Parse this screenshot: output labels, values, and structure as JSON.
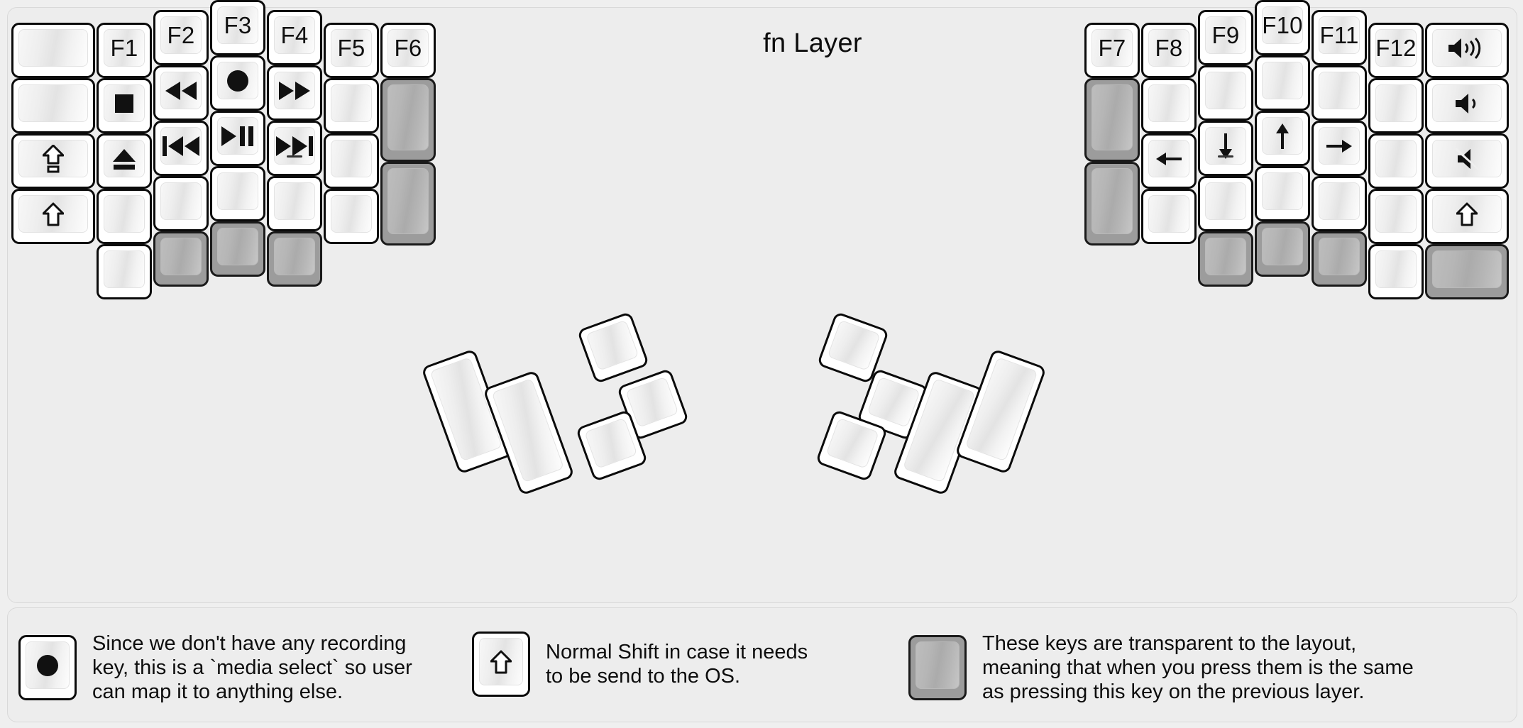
{
  "title": "fn Layer",
  "colors": {
    "background": "#efefef",
    "panel": "#ededed",
    "key_face": "#ffffff",
    "key_outline": "#0b0b0b",
    "transparent_key": "#9c9c9c",
    "legend_text": "#0d0d0d"
  },
  "legend": [
    {
      "icon": "record-dot-icon",
      "key_style": "normal",
      "text": "Since we don't have any recording\nkey, this is a `media select` so user\ncan map it to anything else."
    },
    {
      "icon": "shift-arrow-icon",
      "key_style": "normal",
      "text": "Normal Shift in case it needs\nto be send to the OS."
    },
    {
      "icon": "blank",
      "key_style": "transparent",
      "text": "These keys are transparent to the layout,\nmeaning that when you press them is the same\nas pressing this key on the previous layer."
    }
  ],
  "left_half": {
    "columns": [
      {
        "name": "pinky-outer",
        "keys": [
          {
            "label": "",
            "icon": "blank",
            "style": "normal"
          },
          {
            "label": "",
            "icon": "blank",
            "style": "normal"
          },
          {
            "label": "",
            "icon": "capslock-icon",
            "style": "normal"
          },
          {
            "label": "",
            "icon": "shift-arrow-icon",
            "style": "normal"
          }
        ]
      },
      {
        "name": "pinky",
        "keys": [
          {
            "label": "F1",
            "icon": "",
            "style": "normal"
          },
          {
            "label": "",
            "icon": "stop-icon",
            "style": "normal"
          },
          {
            "label": "",
            "icon": "eject-icon",
            "style": "normal"
          },
          {
            "label": "",
            "icon": "blank",
            "style": "normal"
          },
          {
            "label": "",
            "icon": "blank",
            "style": "normal"
          }
        ]
      },
      {
        "name": "ring",
        "keys": [
          {
            "label": "F2",
            "icon": "",
            "style": "normal"
          },
          {
            "label": "",
            "icon": "rewind-icon",
            "style": "normal"
          },
          {
            "label": "",
            "icon": "prev-track-icon",
            "style": "normal"
          },
          {
            "label": "",
            "icon": "blank",
            "style": "normal"
          },
          {
            "label": "",
            "icon": "blank",
            "style": "transparent"
          }
        ]
      },
      {
        "name": "middle",
        "keys": [
          {
            "label": "F3",
            "icon": "",
            "style": "normal"
          },
          {
            "label": "",
            "icon": "record-dot-icon",
            "style": "normal"
          },
          {
            "label": "",
            "icon": "play-pause-icon",
            "style": "normal"
          },
          {
            "label": "",
            "icon": "blank",
            "style": "normal"
          },
          {
            "label": "",
            "icon": "blank",
            "style": "transparent"
          }
        ]
      },
      {
        "name": "index",
        "keys": [
          {
            "label": "F4",
            "icon": "",
            "style": "normal"
          },
          {
            "label": "",
            "icon": "fastforward-icon",
            "style": "normal"
          },
          {
            "label": "",
            "icon": "next-track-icon",
            "style": "normal",
            "homing": true
          },
          {
            "label": "",
            "icon": "blank",
            "style": "normal"
          },
          {
            "label": "",
            "icon": "blank",
            "style": "transparent"
          }
        ]
      },
      {
        "name": "index-inner",
        "keys": [
          {
            "label": "F5",
            "icon": "",
            "style": "normal"
          },
          {
            "label": "",
            "icon": "blank",
            "style": "normal"
          },
          {
            "label": "",
            "icon": "blank",
            "style": "normal"
          },
          {
            "label": "",
            "icon": "blank",
            "style": "normal"
          }
        ]
      },
      {
        "name": "inner-extra",
        "keys": [
          {
            "label": "F6",
            "icon": "",
            "style": "normal"
          },
          {
            "label": "",
            "icon": "blank",
            "style": "transparent",
            "tall": true
          },
          {
            "label": "",
            "icon": "blank",
            "style": "transparent",
            "tall": true
          }
        ]
      }
    ],
    "thumb_cluster": [
      {
        "icon": "blank",
        "style": "normal",
        "size": "2u"
      },
      {
        "icon": "blank",
        "style": "normal",
        "size": "2u"
      },
      {
        "icon": "blank",
        "style": "normal",
        "size": "1u"
      },
      {
        "icon": "blank",
        "style": "normal",
        "size": "1u"
      },
      {
        "icon": "blank",
        "style": "normal",
        "size": "1u"
      }
    ]
  },
  "right_half": {
    "columns": [
      {
        "name": "inner-extra",
        "keys": [
          {
            "label": "F7",
            "icon": "",
            "style": "normal"
          },
          {
            "label": "",
            "icon": "blank",
            "style": "transparent",
            "tall": true
          },
          {
            "label": "",
            "icon": "blank",
            "style": "transparent",
            "tall": true
          }
        ]
      },
      {
        "name": "index-inner",
        "keys": [
          {
            "label": "F8",
            "icon": "",
            "style": "normal"
          },
          {
            "label": "",
            "icon": "blank",
            "style": "normal"
          },
          {
            "label": "",
            "icon": "arrow-left-icon",
            "style": "normal"
          },
          {
            "label": "",
            "icon": "blank",
            "style": "normal"
          }
        ]
      },
      {
        "name": "index",
        "keys": [
          {
            "label": "F9",
            "icon": "",
            "style": "normal"
          },
          {
            "label": "",
            "icon": "blank",
            "style": "normal"
          },
          {
            "label": "",
            "icon": "arrow-down-icon",
            "style": "normal",
            "homing": true
          },
          {
            "label": "",
            "icon": "blank",
            "style": "normal"
          },
          {
            "label": "",
            "icon": "blank",
            "style": "transparent"
          }
        ]
      },
      {
        "name": "middle",
        "keys": [
          {
            "label": "F10",
            "icon": "",
            "style": "normal"
          },
          {
            "label": "",
            "icon": "blank",
            "style": "normal"
          },
          {
            "label": "",
            "icon": "arrow-up-icon",
            "style": "normal"
          },
          {
            "label": "",
            "icon": "blank",
            "style": "normal"
          },
          {
            "label": "",
            "icon": "blank",
            "style": "transparent"
          }
        ]
      },
      {
        "name": "ring",
        "keys": [
          {
            "label": "F11",
            "icon": "",
            "style": "normal"
          },
          {
            "label": "",
            "icon": "blank",
            "style": "normal"
          },
          {
            "label": "",
            "icon": "arrow-right-icon",
            "style": "normal"
          },
          {
            "label": "",
            "icon": "blank",
            "style": "normal"
          },
          {
            "label": "",
            "icon": "blank",
            "style": "transparent"
          }
        ]
      },
      {
        "name": "pinky",
        "keys": [
          {
            "label": "F12",
            "icon": "",
            "style": "normal"
          },
          {
            "label": "",
            "icon": "blank",
            "style": "normal"
          },
          {
            "label": "",
            "icon": "blank",
            "style": "normal"
          },
          {
            "label": "",
            "icon": "blank",
            "style": "normal"
          },
          {
            "label": "",
            "icon": "blank",
            "style": "normal"
          }
        ]
      },
      {
        "name": "pinky-outer",
        "keys": [
          {
            "label": "",
            "icon": "volume-up-icon",
            "style": "normal"
          },
          {
            "label": "",
            "icon": "volume-down-icon",
            "style": "normal"
          },
          {
            "label": "",
            "icon": "volume-mute-icon",
            "style": "normal"
          },
          {
            "label": "",
            "icon": "shift-arrow-icon",
            "style": "normal"
          },
          {
            "label": "",
            "icon": "blank",
            "style": "transparent"
          }
        ]
      }
    ],
    "thumb_cluster": [
      {
        "icon": "blank",
        "style": "normal",
        "size": "1u"
      },
      {
        "icon": "blank",
        "style": "normal",
        "size": "1u"
      },
      {
        "icon": "blank",
        "style": "normal",
        "size": "1u"
      },
      {
        "icon": "blank",
        "style": "normal",
        "size": "2u"
      },
      {
        "icon": "blank",
        "style": "normal",
        "size": "2u"
      }
    ]
  }
}
